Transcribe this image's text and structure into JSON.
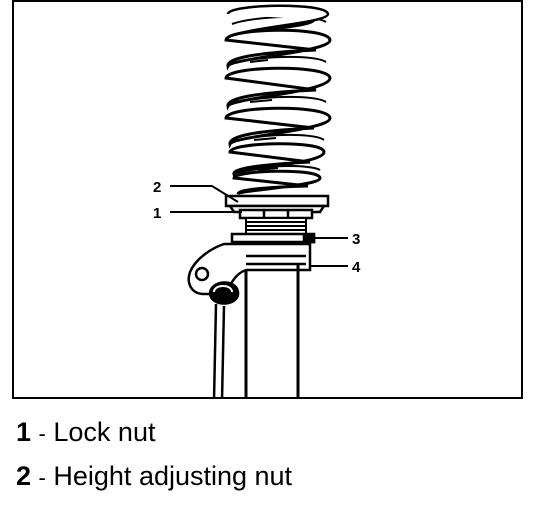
{
  "callouts": [
    {
      "label": "2"
    },
    {
      "label": "1"
    },
    {
      "label": "3"
    },
    {
      "label": "4"
    }
  ],
  "legend": [
    {
      "number": "1",
      "separator": "-",
      "text": "Lock nut"
    },
    {
      "number": "2",
      "separator": "-",
      "text": "Height adjusting nut"
    }
  ]
}
